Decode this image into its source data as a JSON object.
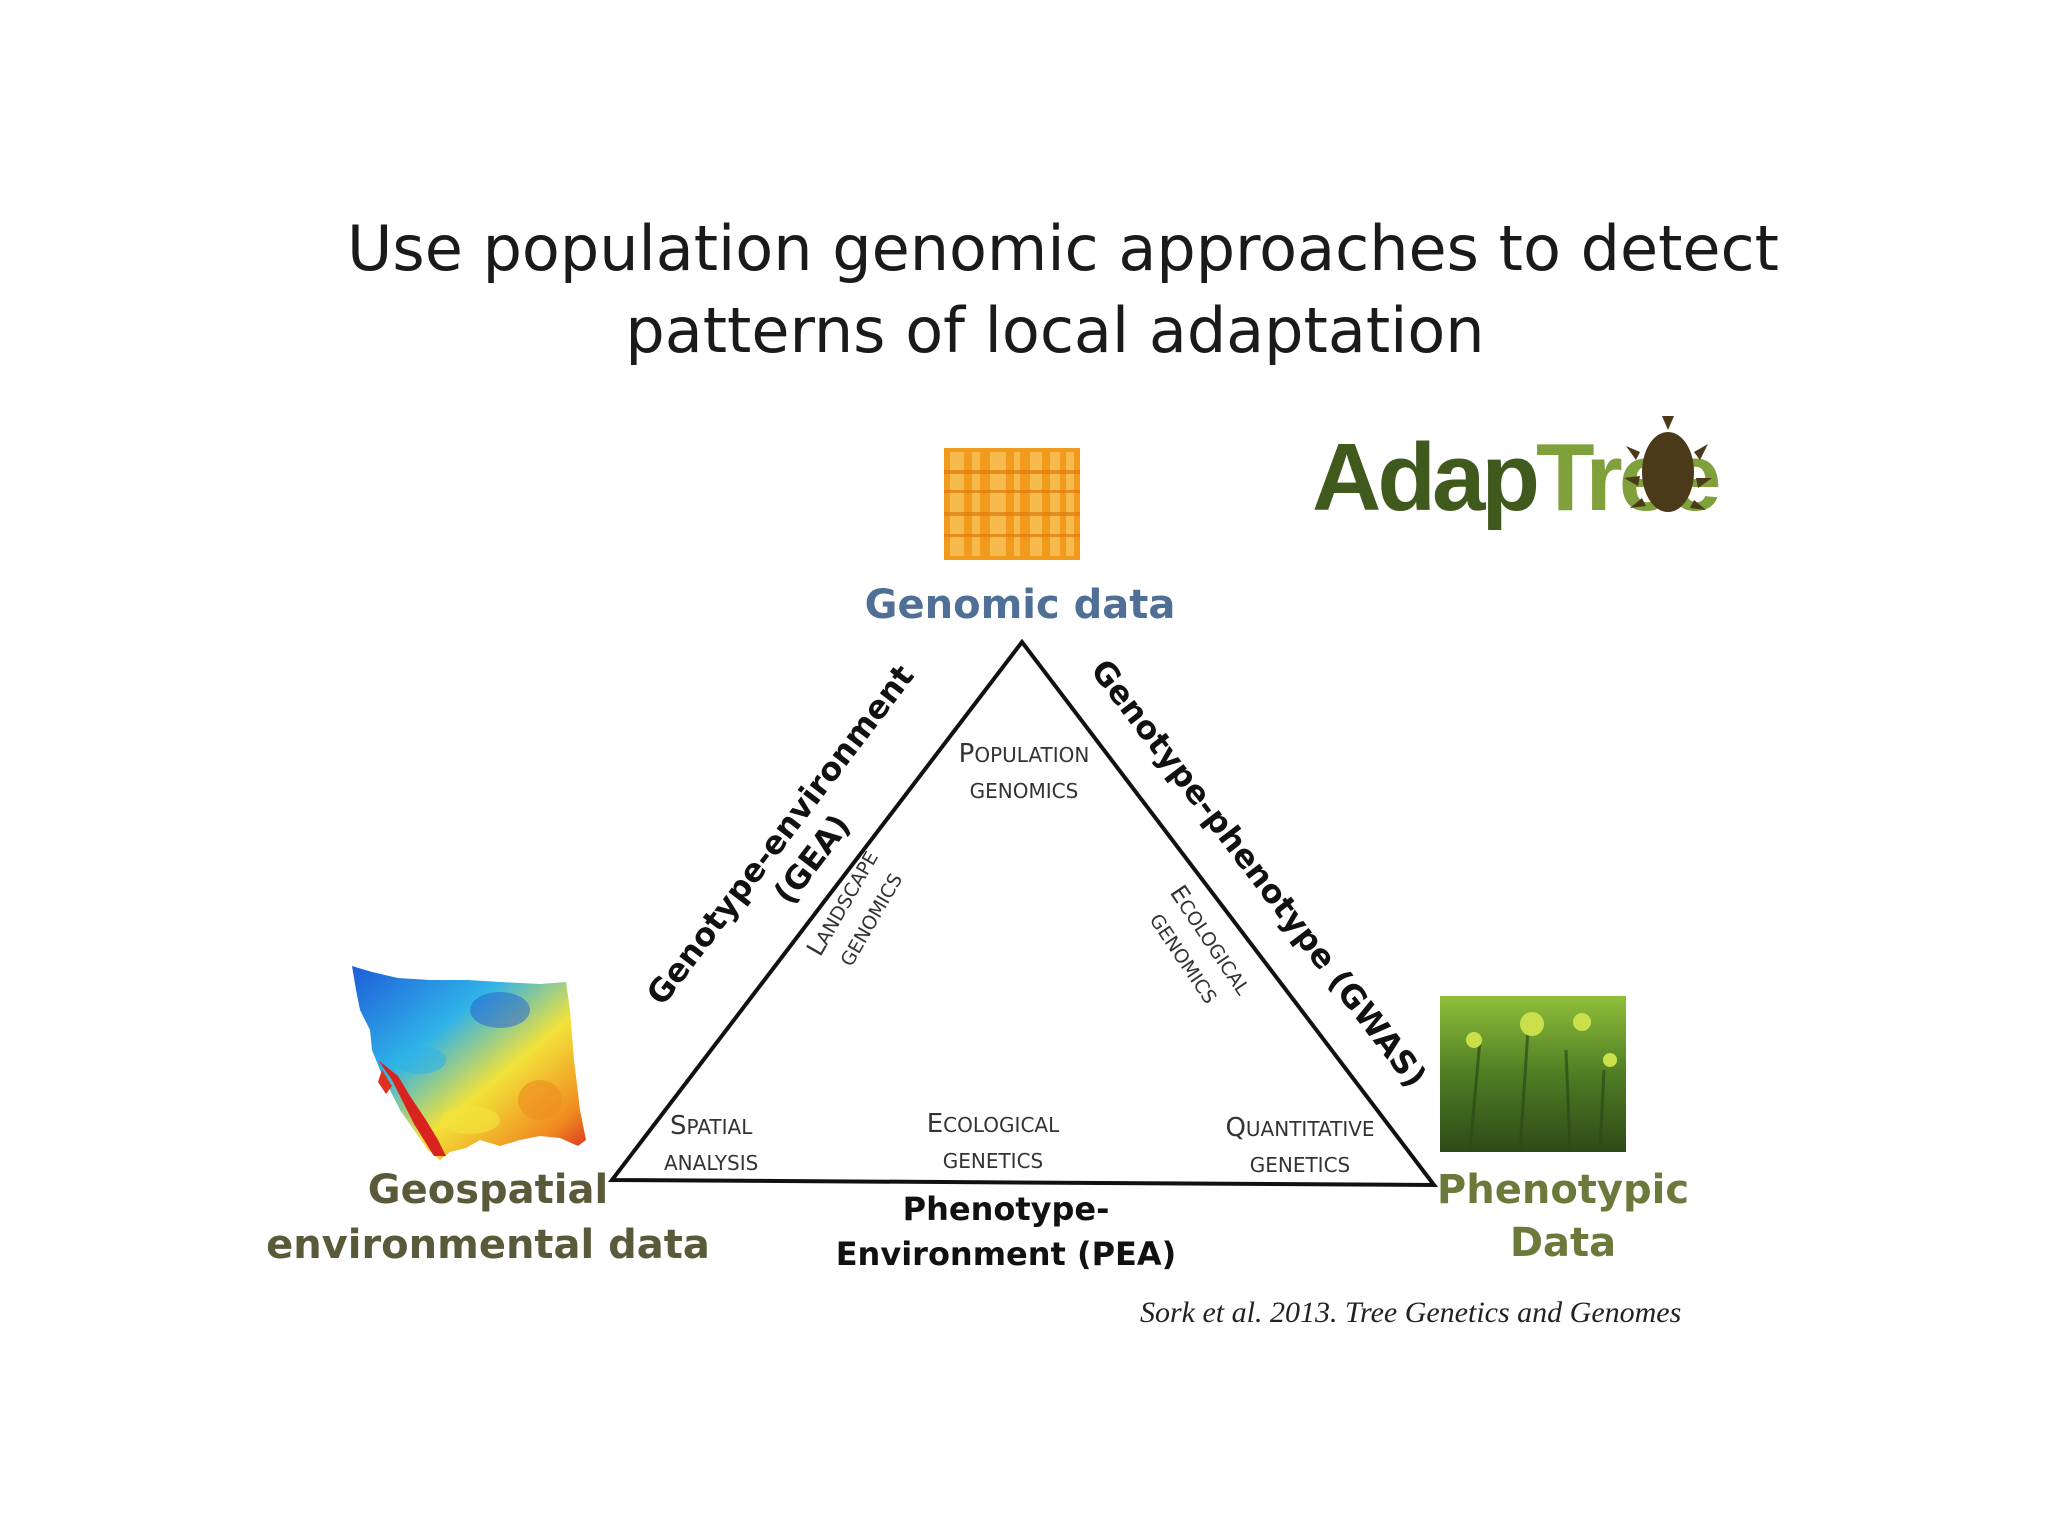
{
  "title": {
    "line1": "Use population genomic approaches to detect",
    "line2": "patterns of local adaptation"
  },
  "logo": {
    "part1": "Adap",
    "part2": "Tree",
    "color_dark": "#3f5a1c",
    "color_light": "#7fa03a"
  },
  "nodes": {
    "genomic": {
      "label": "Genomic data",
      "color": "#4f6f96"
    },
    "geospatial": {
      "line1": "Geospatial",
      "line2": "environmental data",
      "color": "#5a5a3a"
    },
    "phenotypic": {
      "line1": "Phenotypic",
      "line2": "Data",
      "color": "#6b7a3a"
    }
  },
  "edges": {
    "left": {
      "line1": "Genotype-environment",
      "line2": "(GEA)"
    },
    "right": {
      "label": "Genotype-phenotype (GWAS)"
    },
    "bottom": {
      "line1": "Phenotype-",
      "line2": "Environment (PEA)"
    }
  },
  "fields": {
    "population": {
      "cap1": "P",
      "rest1": "OPULATION",
      "cap2": "",
      "rest2": "GENOMICS"
    },
    "landscape": {
      "cap1": "L",
      "rest1": "ANDSCAPE",
      "rest2": "GENOMICS"
    },
    "ecological_genomics": {
      "cap1": "E",
      "rest1": "COLOGICAL",
      "rest2": "GENOMICS"
    },
    "spatial": {
      "cap1": "S",
      "rest1": "PATIAL",
      "rest2": "ANALYSIS"
    },
    "ecological_genetics": {
      "cap1": "E",
      "rest1": "COLOGICAL",
      "rest2": "GENETICS"
    },
    "quantitative": {
      "cap1": "Q",
      "rest1": "UANTITATIVE",
      "rest2": "GENETICS"
    }
  },
  "citation": "Sork et al. 2013. Tree Genetics and Genomes"
}
